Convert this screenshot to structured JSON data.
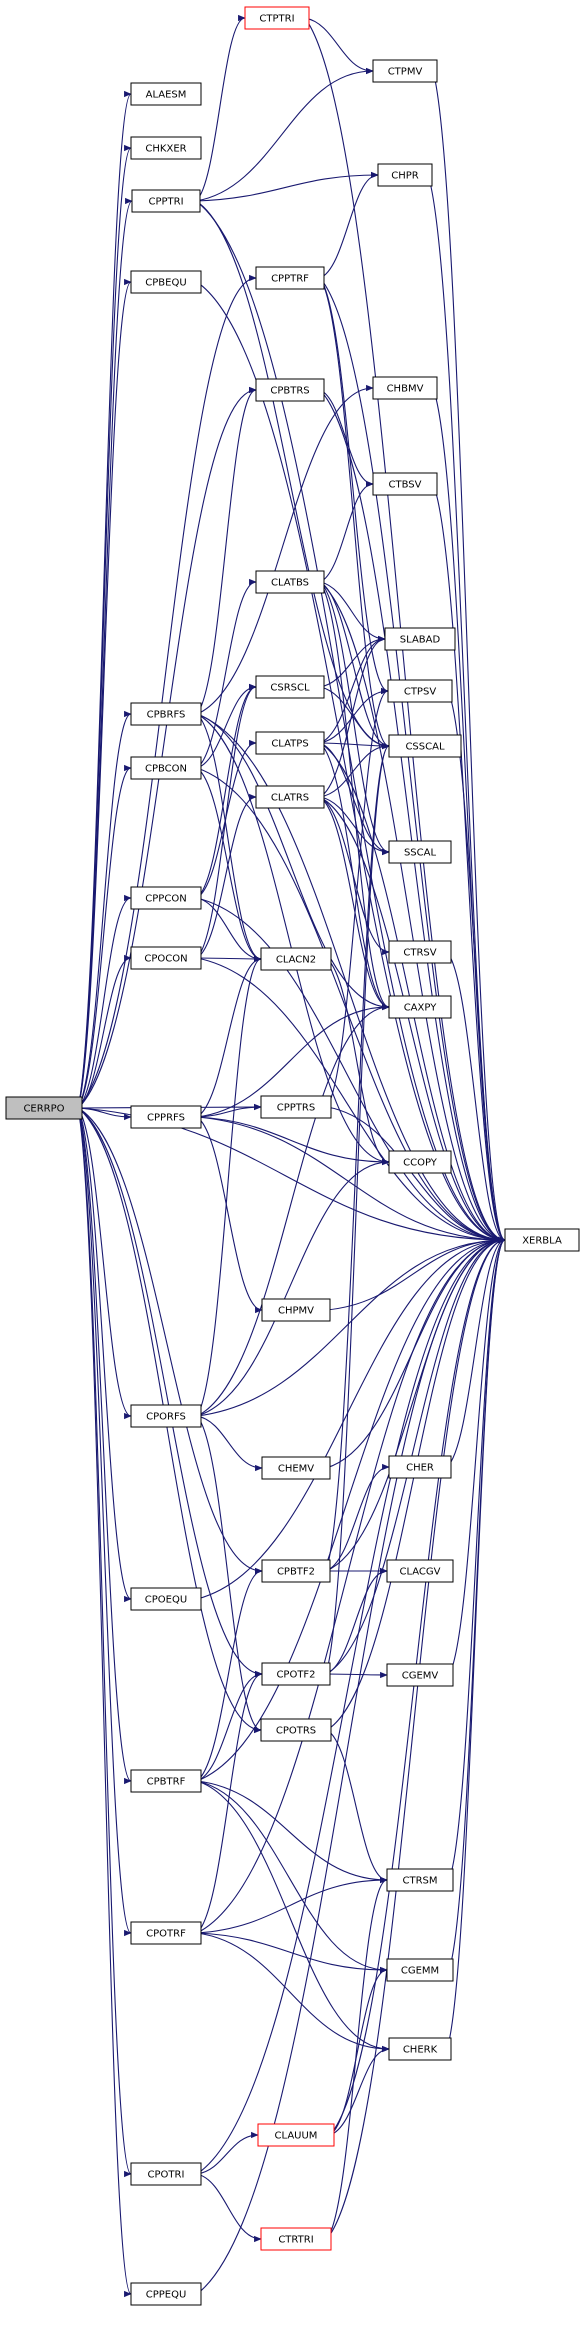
{
  "colors": {
    "edge": "#191970",
    "node_border": "#000000",
    "node_border_highlight": "#ff0000",
    "root_fill": "#bfbfbf",
    "node_fill": "#ffffff"
  },
  "nodes": [
    {
      "id": "CTPTRI",
      "label": "CTPTRI",
      "highlight": true
    },
    {
      "id": "ALAESM",
      "label": "ALAESM"
    },
    {
      "id": "CTPMV",
      "label": "CTPMV"
    },
    {
      "id": "CHKXER",
      "label": "CHKXER"
    },
    {
      "id": "CPPTRI",
      "label": "CPPTRI"
    },
    {
      "id": "CHPR",
      "label": "CHPR"
    },
    {
      "id": "CPBEQU",
      "label": "CPBEQU"
    },
    {
      "id": "CPPTRF",
      "label": "CPPTRF"
    },
    {
      "id": "CHBMV",
      "label": "CHBMV"
    },
    {
      "id": "CPBTRS",
      "label": "CPBTRS"
    },
    {
      "id": "CTBSV",
      "label": "CTBSV"
    },
    {
      "id": "CLATBS",
      "label": "CLATBS"
    },
    {
      "id": "SLABAD",
      "label": "SLABAD"
    },
    {
      "id": "CSRSCL",
      "label": "CSRSCL"
    },
    {
      "id": "CTPSV",
      "label": "CTPSV"
    },
    {
      "id": "CPBRFS",
      "label": "CPBRFS"
    },
    {
      "id": "CLATPS",
      "label": "CLATPS"
    },
    {
      "id": "CSSCAL",
      "label": "CSSCAL"
    },
    {
      "id": "CPBCON",
      "label": "CPBCON"
    },
    {
      "id": "CLATRS",
      "label": "CLATRS"
    },
    {
      "id": "SSCAL",
      "label": "SSCAL"
    },
    {
      "id": "CPPCON",
      "label": "CPPCON"
    },
    {
      "id": "CTRSV",
      "label": "CTRSV"
    },
    {
      "id": "CPOCON",
      "label": "CPOCON"
    },
    {
      "id": "CLACN2",
      "label": "CLACN2"
    },
    {
      "id": "CAXPY",
      "label": "CAXPY"
    },
    {
      "id": "CERRPO",
      "label": "CERRPO",
      "root": true
    },
    {
      "id": "CPPTRS",
      "label": "CPPTRS"
    },
    {
      "id": "CPPRFS",
      "label": "CPPRFS"
    },
    {
      "id": "CCOPY",
      "label": "CCOPY"
    },
    {
      "id": "XERBLA",
      "label": "XERBLA"
    },
    {
      "id": "CHPMV",
      "label": "CHPMV"
    },
    {
      "id": "CPORFS",
      "label": "CPORFS"
    },
    {
      "id": "CHEMV",
      "label": "CHEMV"
    },
    {
      "id": "CHER",
      "label": "CHER"
    },
    {
      "id": "CPBTF2",
      "label": "CPBTF2"
    },
    {
      "id": "CLACGV",
      "label": "CLACGV"
    },
    {
      "id": "CPOEQU",
      "label": "CPOEQU"
    },
    {
      "id": "CPOTF2",
      "label": "CPOTF2"
    },
    {
      "id": "CGEMV",
      "label": "CGEMV"
    },
    {
      "id": "CPOTRS",
      "label": "CPOTRS"
    },
    {
      "id": "CPBTRF",
      "label": "CPBTRF"
    },
    {
      "id": "CTRSM",
      "label": "CTRSM"
    },
    {
      "id": "CPOTRF",
      "label": "CPOTRF"
    },
    {
      "id": "CGEMM",
      "label": "CGEMM"
    },
    {
      "id": "CHERK",
      "label": "CHERK"
    },
    {
      "id": "CLAUUM",
      "label": "CLAUUM",
      "highlight": true
    },
    {
      "id": "CPOTRI",
      "label": "CPOTRI"
    },
    {
      "id": "CTRTRI",
      "label": "CTRTRI",
      "highlight": true
    },
    {
      "id": "CPPEQU",
      "label": "CPPEQU"
    }
  ],
  "edges": [
    [
      "CERRPO",
      "ALAESM"
    ],
    [
      "CERRPO",
      "CHKXER"
    ],
    [
      "CERRPO",
      "CPPTRI"
    ],
    [
      "CERRPO",
      "CPBEQU"
    ],
    [
      "CERRPO",
      "CPPTRF"
    ],
    [
      "CERRPO",
      "CPBTRS"
    ],
    [
      "CERRPO",
      "CPBRFS"
    ],
    [
      "CERRPO",
      "CPBCON"
    ],
    [
      "CERRPO",
      "CPPCON"
    ],
    [
      "CERRPO",
      "CPOCON"
    ],
    [
      "CERRPO",
      "CPPTRS"
    ],
    [
      "CERRPO",
      "CPPRFS"
    ],
    [
      "CERRPO",
      "CPORFS"
    ],
    [
      "CERRPO",
      "CPBTF2"
    ],
    [
      "CERRPO",
      "CPOEQU"
    ],
    [
      "CERRPO",
      "CPOTF2"
    ],
    [
      "CERRPO",
      "CPOTRS"
    ],
    [
      "CERRPO",
      "CPBTRF"
    ],
    [
      "CERRPO",
      "CPOTRF"
    ],
    [
      "CERRPO",
      "CPOTRI"
    ],
    [
      "CERRPO",
      "CPPEQU"
    ],
    [
      "CERRPO",
      "XERBLA"
    ],
    [
      "CPPTRI",
      "CTPTRI"
    ],
    [
      "CPPTRI",
      "CTPMV"
    ],
    [
      "CPPTRI",
      "CHPR"
    ],
    [
      "CPPTRI",
      "CSSCAL"
    ],
    [
      "CPPTRI",
      "XERBLA"
    ],
    [
      "CTPTRI",
      "CTPMV"
    ],
    [
      "CTPTRI",
      "XERBLA"
    ],
    [
      "CTPMV",
      "XERBLA"
    ],
    [
      "CHPR",
      "XERBLA"
    ],
    [
      "CPBEQU",
      "XERBLA"
    ],
    [
      "CPPTRF",
      "CHPR"
    ],
    [
      "CPPTRF",
      "CTPSV"
    ],
    [
      "CPPTRF",
      "CSSCAL"
    ],
    [
      "CPPTRF",
      "XERBLA"
    ],
    [
      "CPBTRS",
      "CTBSV"
    ],
    [
      "CPBTRS",
      "XERBLA"
    ],
    [
      "CHBMV",
      "XERBLA"
    ],
    [
      "CTBSV",
      "XERBLA"
    ],
    [
      "CPBRFS",
      "CHBMV"
    ],
    [
      "CPBRFS",
      "CPBTRS"
    ],
    [
      "CPBRFS",
      "CLACN2"
    ],
    [
      "CPBRFS",
      "CAXPY"
    ],
    [
      "CPBRFS",
      "CCOPY"
    ],
    [
      "CPBRFS",
      "XERBLA"
    ],
    [
      "CPBCON",
      "CLATBS"
    ],
    [
      "CPBCON",
      "CSRSCL"
    ],
    [
      "CPBCON",
      "CLACN2"
    ],
    [
      "CPBCON",
      "XERBLA"
    ],
    [
      "CLATBS",
      "CTBSV"
    ],
    [
      "CLATBS",
      "SLABAD"
    ],
    [
      "CLATBS",
      "CSSCAL"
    ],
    [
      "CLATBS",
      "SSCAL"
    ],
    [
      "CLATBS",
      "CAXPY"
    ],
    [
      "CLATBS",
      "XERBLA"
    ],
    [
      "CPPCON",
      "CLATPS"
    ],
    [
      "CPPCON",
      "CSRSCL"
    ],
    [
      "CPPCON",
      "CLACN2"
    ],
    [
      "CPPCON",
      "XERBLA"
    ],
    [
      "CLATPS",
      "SLABAD"
    ],
    [
      "CLATPS",
      "CTPSV"
    ],
    [
      "CLATPS",
      "CSSCAL"
    ],
    [
      "CLATPS",
      "SSCAL"
    ],
    [
      "CLATPS",
      "CAXPY"
    ],
    [
      "CLATPS",
      "XERBLA"
    ],
    [
      "CPOCON",
      "CLATRS"
    ],
    [
      "CPOCON",
      "CSRSCL"
    ],
    [
      "CPOCON",
      "CLACN2"
    ],
    [
      "CPOCON",
      "XERBLA"
    ],
    [
      "CLATRS",
      "SLABAD"
    ],
    [
      "CLATRS",
      "CSSCAL"
    ],
    [
      "CLATRS",
      "SSCAL"
    ],
    [
      "CLATRS",
      "CTRSV"
    ],
    [
      "CLATRS",
      "CAXPY"
    ],
    [
      "CLATRS",
      "XERBLA"
    ],
    [
      "CSRSCL",
      "SLABAD"
    ],
    [
      "CSRSCL",
      "CSSCAL"
    ],
    [
      "CTPSV",
      "XERBLA"
    ],
    [
      "CTRSV",
      "XERBLA"
    ],
    [
      "CLACN2",
      "CCOPY"
    ],
    [
      "CPPTRS",
      "CTPSV"
    ],
    [
      "CPPTRS",
      "XERBLA"
    ],
    [
      "CPPRFS",
      "CPPTRS"
    ],
    [
      "CPPRFS",
      "CHPMV"
    ],
    [
      "CPPRFS",
      "CLACN2"
    ],
    [
      "CPPRFS",
      "CAXPY"
    ],
    [
      "CPPRFS",
      "CCOPY"
    ],
    [
      "CPPRFS",
      "XERBLA"
    ],
    [
      "CHPMV",
      "XERBLA"
    ],
    [
      "CPORFS",
      "CHEMV"
    ],
    [
      "CPORFS",
      "CPOTRS"
    ],
    [
      "CPORFS",
      "CLACN2"
    ],
    [
      "CPORFS",
      "CAXPY"
    ],
    [
      "CPORFS",
      "CCOPY"
    ],
    [
      "CPORFS",
      "XERBLA"
    ],
    [
      "CHEMV",
      "XERBLA"
    ],
    [
      "CHER",
      "XERBLA"
    ],
    [
      "CPBTF2",
      "CHER"
    ],
    [
      "CPBTF2",
      "CLACGV"
    ],
    [
      "CPBTF2",
      "CSSCAL"
    ],
    [
      "CPBTF2",
      "XERBLA"
    ],
    [
      "CPOEQU",
      "XERBLA"
    ],
    [
      "CPOTF2",
      "CLACGV"
    ],
    [
      "CPOTF2",
      "CGEMV"
    ],
    [
      "CPOTF2",
      "CSSCAL"
    ],
    [
      "CPOTF2",
      "XERBLA"
    ],
    [
      "CGEMV",
      "XERBLA"
    ],
    [
      "CPOTRS",
      "CTRSM"
    ],
    [
      "CPOTRS",
      "XERBLA"
    ],
    [
      "CPBTRF",
      "CPBTF2"
    ],
    [
      "CPBTRF",
      "CPOTF2"
    ],
    [
      "CPBTRF",
      "CTRSM"
    ],
    [
      "CPBTRF",
      "CGEMM"
    ],
    [
      "CPBTRF",
      "CHERK"
    ],
    [
      "CPBTRF",
      "XERBLA"
    ],
    [
      "CTRSM",
      "XERBLA"
    ],
    [
      "CGEMM",
      "XERBLA"
    ],
    [
      "CHERK",
      "XERBLA"
    ],
    [
      "CPOTRF",
      "CPOTF2"
    ],
    [
      "CPOTRF",
      "CTRSM"
    ],
    [
      "CPOTRF",
      "CGEMM"
    ],
    [
      "CPOTRF",
      "CHERK"
    ],
    [
      "CPOTRF",
      "XERBLA"
    ],
    [
      "CPOTRI",
      "CLAUUM"
    ],
    [
      "CPOTRI",
      "CTRTRI"
    ],
    [
      "CPOTRI",
      "XERBLA"
    ],
    [
      "CLAUUM",
      "CGEMM"
    ],
    [
      "CLAUUM",
      "CHERK"
    ],
    [
      "CLAUUM",
      "XERBLA"
    ],
    [
      "CTRTRI",
      "CTRSM"
    ],
    [
      "CTRTRI",
      "XERBLA"
    ],
    [
      "CPPEQU",
      "XERBLA"
    ]
  ]
}
